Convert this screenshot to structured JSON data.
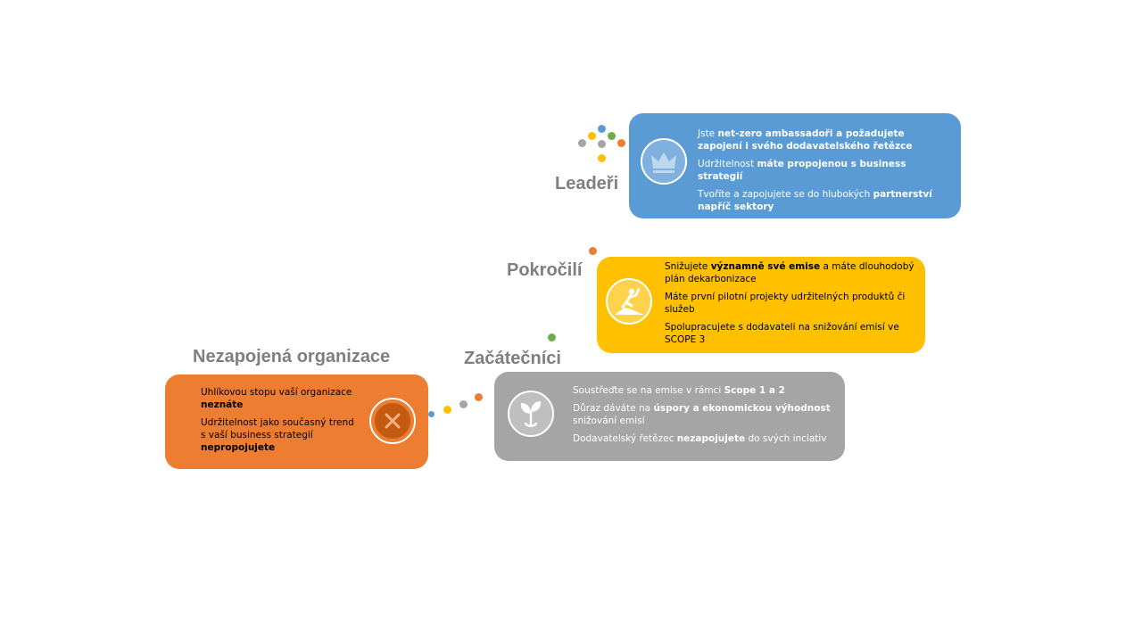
{
  "colors": {
    "orange": "#ed7d31",
    "gray": "#a5a5a5",
    "yellow": "#ffc000",
    "blue": "#5b9bd5",
    "green": "#70ad47",
    "title_gray": "#7f7f7f"
  },
  "stages": {
    "nezapojena": {
      "title": "Nezapojená organizace",
      "icon": "x-icon",
      "lines": [
        [
          {
            "t": "Uhlíkovou stopu vaší organizace ",
            "b": false
          },
          {
            "t": "neznáte",
            "b": true
          }
        ],
        [
          {
            "t": "Udržitelnost jako současný trend s vaší business strategií ",
            "b": false
          },
          {
            "t": "nepropojujete",
            "b": true
          }
        ]
      ]
    },
    "zacatecnici": {
      "title": "Začátečníci",
      "icon": "seedling-icon",
      "lines": [
        [
          {
            "t": "Soustřeďte se na emise v rámci ",
            "b": false
          },
          {
            "t": "Scope 1 a 2",
            "b": true
          }
        ],
        [
          {
            "t": "Důraz dáváte na ",
            "b": false
          },
          {
            "t": "úspory a ekonomickou výhodnost",
            "b": true
          },
          {
            "t": " snižování emisí",
            "b": false
          }
        ],
        [
          {
            "t": "Dodavatelský řetězec ",
            "b": false
          },
          {
            "t": "nezapojujete",
            "b": true
          },
          {
            "t": " do svých inciativ",
            "b": false
          }
        ]
      ]
    },
    "pokrocili": {
      "title": "Pokročilí",
      "icon": "climber-icon",
      "lines": [
        [
          {
            "t": "Snižujete ",
            "b": false
          },
          {
            "t": "významně své emise",
            "b": true
          },
          {
            "t": " a máte dlouhodobý plán dekarbonizace",
            "b": false
          }
        ],
        [
          {
            "t": "Máte první pilotní projekty udržitelných produktů či služeb",
            "b": false
          }
        ],
        [
          {
            "t": "Spolupracujete s dodavateli na snižování emisí ve SCOPE 3",
            "b": false
          }
        ]
      ]
    },
    "leaderi": {
      "title": "Leadeři",
      "icon": "crown-icon",
      "lines": [
        [
          {
            "t": "Jste ",
            "b": false
          },
          {
            "t": "net-zero ambassadoři a požadujete zapojení i svého dodavatelského řetězce",
            "b": true
          }
        ],
        [
          {
            "t": "Udržitelnost ",
            "b": false
          },
          {
            "t": "máte propojenou s business strategií",
            "b": true
          }
        ],
        [
          {
            "t": "Tvoříte a zapojujete se do hlubokých ",
            "b": false
          },
          {
            "t": "partnerství napříč sektory",
            "b": true
          }
        ]
      ]
    }
  }
}
